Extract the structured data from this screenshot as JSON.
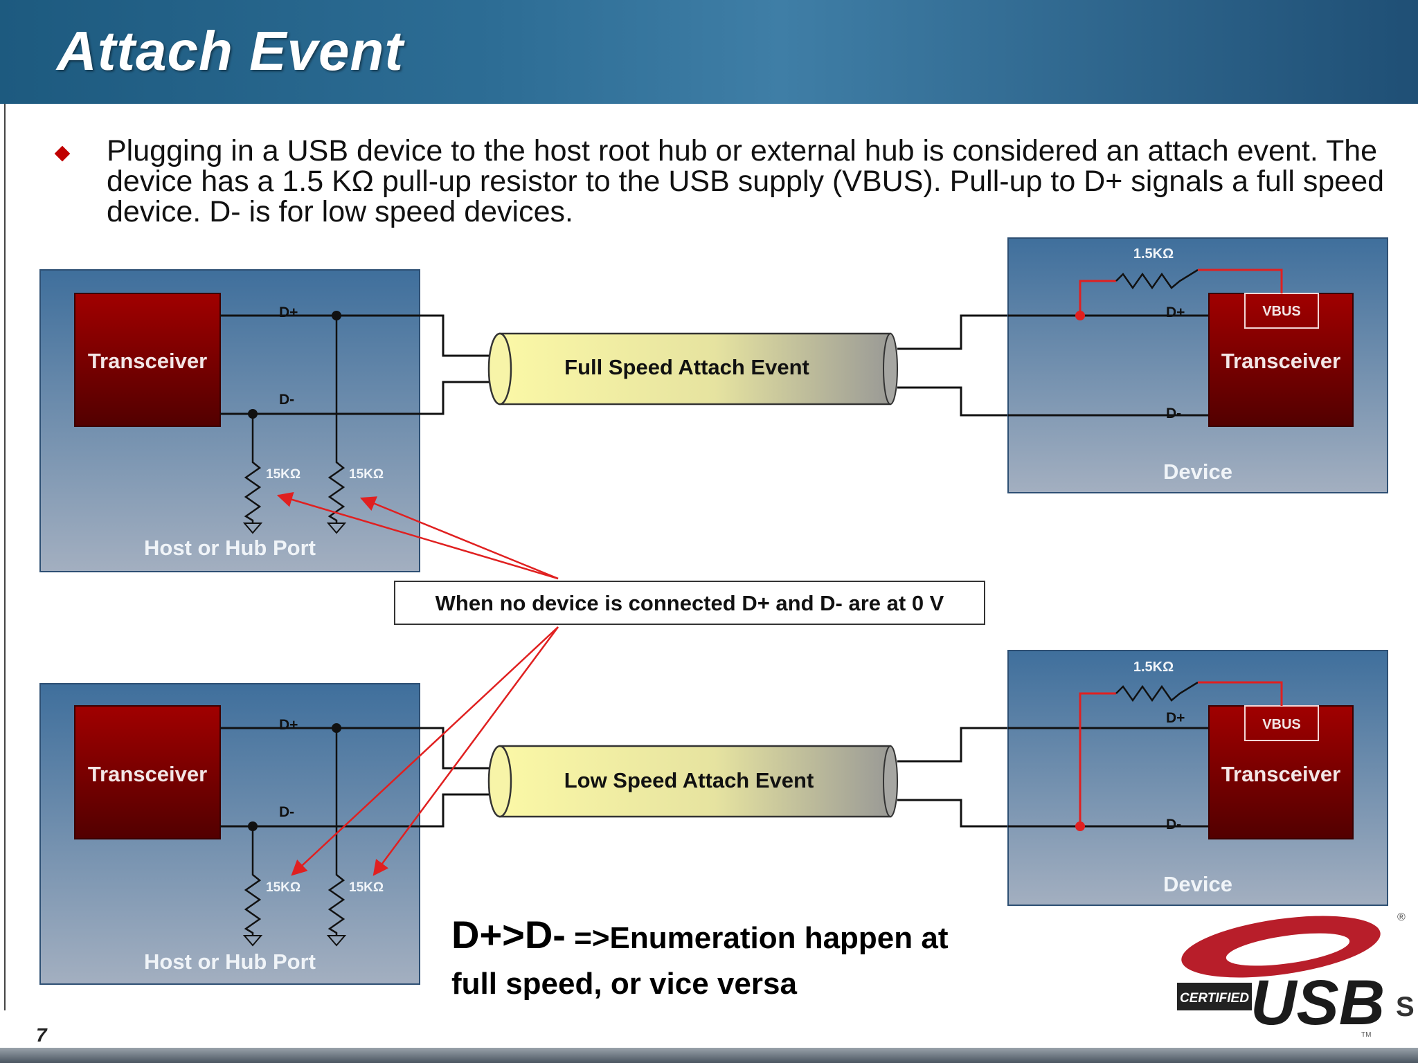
{
  "title": "Attach Event",
  "intro": "Plugging in a USB device to the host root hub or external hub is considered an attach event.  The device has a 1.5 KΩ pull-up resistor to the USB supply (VBUS).  Pull-up to D+ signals a full speed device.  D- is for low speed devices.",
  "top_diagram": {
    "host_transceiver": "Transceiver",
    "host_label": "Host or Hub Port",
    "dplus": "D+",
    "dminus": "D-",
    "res_left": "15KΩ",
    "res_right": "15KΩ",
    "cable_label": "Full Speed Attach Event",
    "device_pullup": "1.5KΩ",
    "device_vbus": "VBUS",
    "device_transceiver": "Transceiver",
    "device_dplus": "D+",
    "device_dminus": "D-",
    "device_label": "Device"
  },
  "bottom_diagram": {
    "host_transceiver": "Transceiver",
    "host_label": "Host or Hub Port",
    "dplus": "D+",
    "dminus": "D-",
    "res_left": "15KΩ",
    "res_right": "15KΩ",
    "cable_label": "Low Speed Attach Event",
    "device_pullup": "1.5KΩ",
    "device_vbus": "VBUS",
    "device_transceiver": "Transceiver",
    "device_dplus": "D+",
    "device_dminus": "D-",
    "device_label": "Device"
  },
  "callout": "When no device is connected D+ and D- are at 0 V",
  "note": {
    "emphasis": "D+>D-",
    "line1": " =>Enumeration happen at",
    "line2": "full speed, or vice versa"
  },
  "logo": {
    "word": "USB",
    "certified": "CERTIFIED",
    "suffix": "S",
    "trademark": "®",
    "tm": "TM"
  },
  "page_number": "7",
  "colors": {
    "header_blue": "#2d6d95",
    "panel_blue": "#4f7ca6",
    "transceiver_red": "#8e0000",
    "wire_red": "#e02020",
    "cable_yellow": "#f4f39a",
    "bullet_red": "#c00000"
  }
}
